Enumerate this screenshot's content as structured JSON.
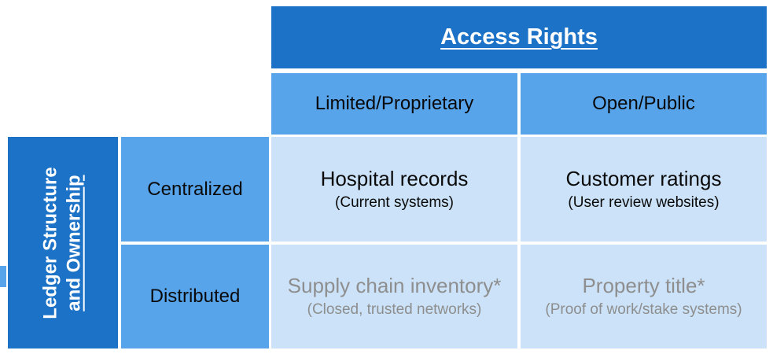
{
  "colors": {
    "dark_blue": "#1B72C7",
    "medium_blue": "#57A4EB",
    "light_blue": "#CBE2F8",
    "muted_text": "#8E8E8E",
    "dark_text": "#0A0A0A",
    "white_text": "#FFFFFF",
    "background": "#FFFFFF"
  },
  "column_axis": {
    "title": "Access Rights",
    "columns": [
      {
        "label": "Limited/Proprietary"
      },
      {
        "label": "Open/Public"
      }
    ]
  },
  "row_axis": {
    "title_line1": "Ledger Structure",
    "title_line2": "and Ownership",
    "rows": [
      {
        "label": "Centralized"
      },
      {
        "label": "Distributed"
      }
    ]
  },
  "cells": [
    {
      "row": "Centralized",
      "column": "Limited/Proprietary",
      "title": "Hospital records",
      "subtitle": "(Current systems)"
    },
    {
      "row": "Centralized",
      "column": "Open/Public",
      "title": "Customer ratings",
      "subtitle": "(User review websites)"
    },
    {
      "row": "Distributed",
      "column": "Limited/Proprietary",
      "title": "Supply chain inventory*",
      "subtitle": "(Closed, trusted networks)"
    },
    {
      "row": "Distributed",
      "column": "Open/Public",
      "title": "Property title*",
      "subtitle": "(Proof of work/stake systems)"
    }
  ]
}
